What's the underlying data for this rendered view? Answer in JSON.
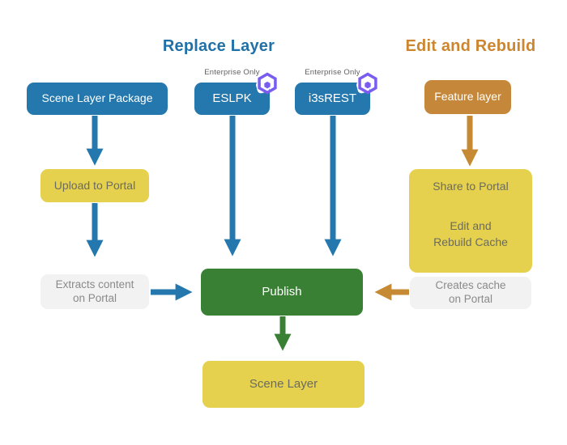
{
  "diagram": {
    "titles": {
      "replace_layer": "Replace Layer",
      "edit_and_rebuild": "Edit and Rebuild"
    },
    "badges": {
      "enterprise_only_eslpk": "Enterprise Only",
      "enterprise_only_i3srest": "Enterprise Only"
    },
    "nodes": {
      "scene_layer_package": {
        "label": "Scene Layer Package"
      },
      "eslpk": {
        "label": "ESLPK"
      },
      "i3srest": {
        "label": "i3sREST"
      },
      "feature_layer": {
        "label": "Feature layer"
      },
      "upload_to_portal": {
        "label": "Upload to Portal"
      },
      "share_to_portal": {
        "label": "Share to Portal",
        "cycle_line1": "Edit and",
        "cycle_line2": "Rebuild Cache"
      },
      "extracts_content": {
        "line1": "Extracts content",
        "line2": "on Portal"
      },
      "publish": {
        "label": "Publish"
      },
      "creates_cache": {
        "line1": "Creates cache",
        "line2": "on Portal"
      },
      "scene_layer": {
        "label": "Scene Layer"
      }
    },
    "icons": {
      "i3s_badge": "i3s-hexagon-cube-icon"
    },
    "colors": {
      "blue_box": "#2478AE",
      "blue_title": "#2171A9",
      "orange_box": "#C5883B",
      "orange_title": "#CC8630",
      "orange_arrow": "#C58A33",
      "cycle_arrow": "#BC842C",
      "yellow_box": "#E6D14E",
      "green_box": "#398035",
      "gray_box": "#F2F2F2",
      "purple_icon": "#7B5CF0"
    }
  }
}
